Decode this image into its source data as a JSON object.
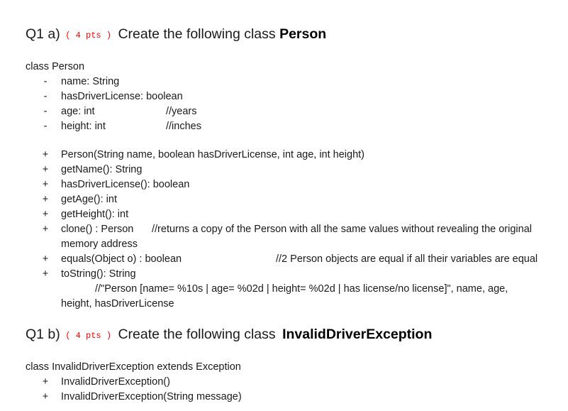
{
  "q1a": {
    "label": "Q1 a)",
    "points": "( 4 pts )",
    "prompt": "Create the following class",
    "class_name": "Person",
    "class_header": "class Person",
    "fields": [
      {
        "marker": "-",
        "text": "name: String",
        "comment": ""
      },
      {
        "marker": "-",
        "text": "hasDriverLicense: boolean",
        "comment": ""
      },
      {
        "marker": "-",
        "text": "age: int",
        "comment": "//years"
      },
      {
        "marker": "-",
        "text": "height: int",
        "comment": "//inches"
      }
    ],
    "methods": [
      {
        "marker": "+",
        "text": "Person(String name, boolean hasDriverLicense, int age, int height)"
      },
      {
        "marker": "+",
        "text": "getName(): String"
      },
      {
        "marker": "+",
        "text": "hasDriverLicense(): boolean"
      },
      {
        "marker": "+",
        "text": "getAge(): int"
      },
      {
        "marker": "+",
        "text": "getHeight(): int"
      },
      {
        "marker": "+",
        "text": "clone() : Person",
        "comment": "//returns a copy of the Person with all the same values without revealing the original",
        "continuation": "memory address"
      },
      {
        "marker": "+",
        "text": "equals(Object o) : boolean",
        "comment": "//2 Person objects are equal if all their variables are equal"
      },
      {
        "marker": "+",
        "text": "toString(): String",
        "comment_line1": "//\"Person [name= %10s | age= %02d | height= %02d | has license/no license]\", name, age,",
        "comment_line2": "height, hasDriverLicense"
      }
    ]
  },
  "q1b": {
    "label": "Q1 b)",
    "points": "( 4 pts )",
    "prompt": "Create the following class",
    "class_name": "InvalidDriverException",
    "class_header": "class InvalidDriverException extends Exception",
    "methods": [
      {
        "marker": "+",
        "text": "InvalidDriverException()"
      },
      {
        "marker": "+",
        "text": "InvalidDriverException(String message)"
      }
    ]
  },
  "colors": {
    "points": "#ff0000",
    "text": "#1a1a1a"
  }
}
